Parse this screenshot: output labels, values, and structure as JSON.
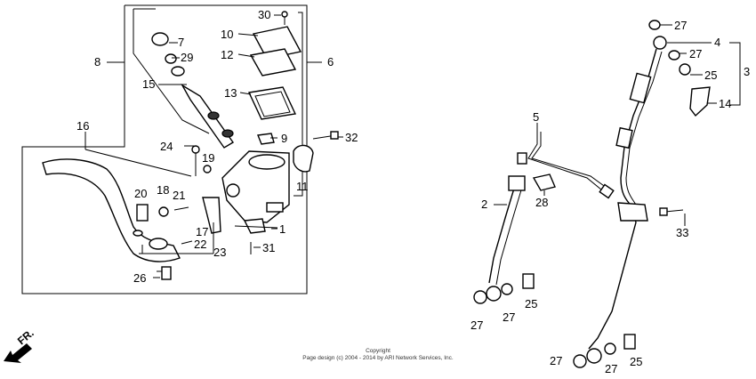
{
  "callouts": [
    {
      "id": "30",
      "text": "30"
    },
    {
      "id": "10",
      "text": "10"
    },
    {
      "id": "7",
      "text": "7"
    },
    {
      "id": "12",
      "text": "12"
    },
    {
      "id": "29",
      "text": "29"
    },
    {
      "id": "8",
      "text": "8"
    },
    {
      "id": "6",
      "text": "6"
    },
    {
      "id": "15",
      "text": "15"
    },
    {
      "id": "13",
      "text": "13"
    },
    {
      "id": "16",
      "text": "16"
    },
    {
      "id": "9",
      "text": "9"
    },
    {
      "id": "32",
      "text": "32"
    },
    {
      "id": "24",
      "text": "24"
    },
    {
      "id": "19",
      "text": "19"
    },
    {
      "id": "11",
      "text": "11"
    },
    {
      "id": "20",
      "text": "20"
    },
    {
      "id": "18",
      "text": "18"
    },
    {
      "id": "21",
      "text": "21"
    },
    {
      "id": "17",
      "text": "17"
    },
    {
      "id": "1",
      "text": "1"
    },
    {
      "id": "22",
      "text": "22"
    },
    {
      "id": "23",
      "text": "23"
    },
    {
      "id": "31",
      "text": "31"
    },
    {
      "id": "26",
      "text": "26"
    },
    {
      "id": "27a",
      "text": "27"
    },
    {
      "id": "4",
      "text": "4"
    },
    {
      "id": "27b",
      "text": "27"
    },
    {
      "id": "3",
      "text": "3"
    },
    {
      "id": "25a",
      "text": "25"
    },
    {
      "id": "14",
      "text": "14"
    },
    {
      "id": "5",
      "text": "5"
    },
    {
      "id": "2",
      "text": "2"
    },
    {
      "id": "28",
      "text": "28"
    },
    {
      "id": "33",
      "text": "33"
    },
    {
      "id": "25b",
      "text": "25"
    },
    {
      "id": "27c",
      "text": "27"
    },
    {
      "id": "27d",
      "text": "27"
    },
    {
      "id": "27e",
      "text": "27"
    },
    {
      "id": "27f",
      "text": "27"
    },
    {
      "id": "25c",
      "text": "25"
    }
  ],
  "direction_label": "FR.",
  "copyright": {
    "line1": "Copyright",
    "line2": "Page design (c) 2004 - 2014 by ARI Network Services, Inc."
  }
}
